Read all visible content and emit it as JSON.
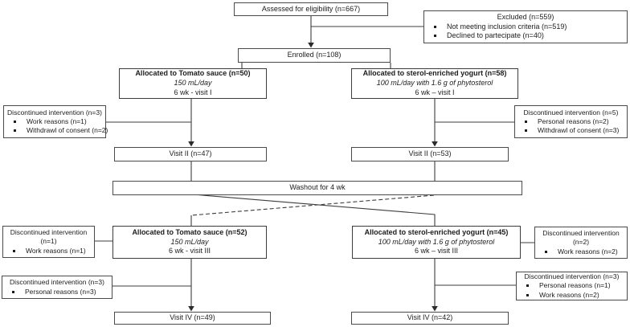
{
  "colors": {
    "box_border": "#4a4a4a",
    "line": "#3d3d3d",
    "text": "#1c1c1c",
    "background": "#ffffff"
  },
  "diagram": {
    "assessed": {
      "title": "Assessed for eligibility (n=667)"
    },
    "excluded": {
      "title": "Excluded (n=559)",
      "items": [
        "Not meeting inclusion criteria (n=519)",
        "Declined to partecipate (n=40)"
      ]
    },
    "enrolled": {
      "title": "Enrolled (n=108)"
    },
    "alloc_tomato_1": {
      "title": "Allocated to Tomato sauce (n=50)",
      "dose": "150 mL/day",
      "duration": "6 wk - visit I"
    },
    "alloc_yogurt_1": {
      "title": "Allocated to sterol-enriched yogurt (n=58)",
      "dose": "100 mL/day with 1.6 g of phytosterol",
      "duration": "6 wk – visit I"
    },
    "disc_left_1": {
      "title": "Discontinued intervention (n=3)",
      "items": [
        "Work reasons (n=1)",
        "Withdrawl of consent (n=2)"
      ]
    },
    "disc_right_1": {
      "title": "Discontinued intervention (n=5)",
      "items": [
        "Personal reasons (n=2)",
        "Withdrawl of consent (n=3)"
      ]
    },
    "visit2_left": {
      "title": "Visit II (n=47)"
    },
    "visit2_right": {
      "title": "Visit II (n=53)"
    },
    "washout": {
      "title": "Washout for 4 wk"
    },
    "alloc_tomato_2": {
      "title": "Allocated to Tomato sauce (n=52)",
      "dose": "150 mL/day",
      "duration": "6 wk - visit III"
    },
    "alloc_yogurt_2": {
      "title": "Allocated to sterol-enriched yogurt (n=45)",
      "dose": "100 mL/day with 1.6 g of phytosterol",
      "duration": "6 wk – visit III"
    },
    "disc_left_2": {
      "title": "Discontinued intervention",
      "title2": "(n=1)",
      "items": [
        "Work reasons (n=1)"
      ]
    },
    "disc_right_2": {
      "title": "Discontinued intervention",
      "title2": "(n=2)",
      "items": [
        "Work reasons (n=2)"
      ]
    },
    "disc_left_3": {
      "title": "Discontinued intervention (n=3)",
      "items": [
        "Personal reasons (n=3)"
      ]
    },
    "disc_right_3": {
      "title": "Discontinued intervention (n=3)",
      "items": [
        "Personal reasons (n=1)",
        "Work reasons (n=2)"
      ]
    },
    "visit4_left": {
      "title": "Visit IV (n=49)"
    },
    "visit4_right": {
      "title": "Visit IV (n=42)"
    }
  }
}
